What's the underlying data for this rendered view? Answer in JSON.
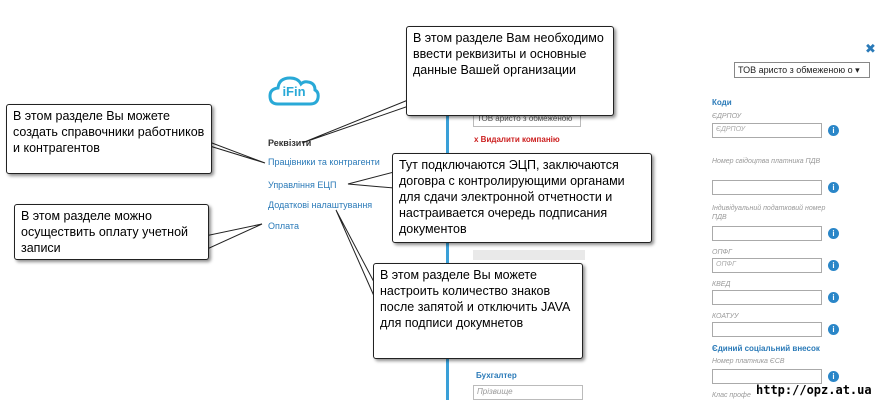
{
  "logo": {
    "text": "iFin"
  },
  "nav": {
    "heading": "Реквізити",
    "items": [
      "Працівники та контрагенти",
      "Управління ЕЦП",
      "Додаткові налаштування",
      "Оплата"
    ]
  },
  "center": {
    "company_value": "ТОВ аристо з обмеженою",
    "delete_label": "x Видалити компанію",
    "accountant_label": "Бухгалтер",
    "accountant_placeholder": "Прізвище"
  },
  "form": {
    "company_select": "ТОВ аристо з обмеженою о ▾",
    "section_codes": "Коди",
    "edrpou_label": "ЄДРПОУ",
    "edrpou_placeholder": "ЄДРПОУ",
    "vat_cert_label": "Номер свідоцтва платника ПДВ",
    "ipn_label": "Індивідуальний податковий номер ПДВ",
    "opf_label": "ОПФГ",
    "opf_placeholder": "ОПФГ",
    "kved_label": "КВЕД",
    "koatuu_label": "КОАТУУ",
    "section_esv": "Єдиний соціальний внесок",
    "esv_label": "Номер платника ЄСВ",
    "class_label": "Клас профе"
  },
  "callouts": {
    "requisites": "В этом разделе Вам необходимо ввести реквизиты и основные данные Вашей организации",
    "employees": "В этом разделе Вы можете создать справочники работников и контрагентов",
    "ecp": "Тут подключаются ЭЦП, заключаются договра с контролирующими органами для сдачи электронной отчетности и настраивается очередь подписания документов",
    "payment": "В этом разделе можно осуществить оплату учетной записи",
    "settings": "В этом разделе Вы можете настроить количество знаков после запятой и отключить JAVA для подписи докумнетов"
  },
  "watermark": "http://opz.at.ua"
}
